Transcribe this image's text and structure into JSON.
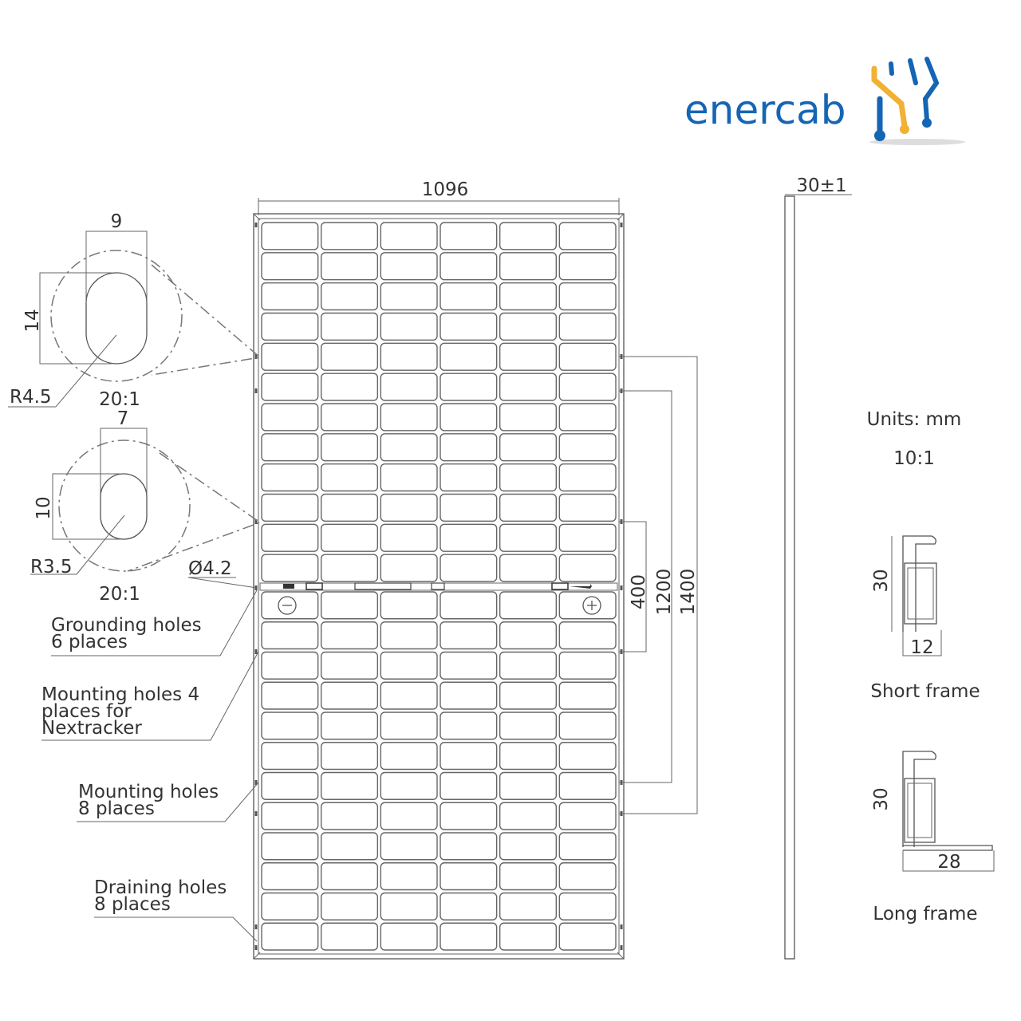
{
  "logo": {
    "text": "enercab",
    "colors": {
      "blue": "#1565b5",
      "yellow": "#f2b134"
    }
  },
  "dimensions": {
    "width": "1096",
    "thickness": "30±1",
    "d400": "400",
    "d1200": "1200",
    "d1400": "1400",
    "hole_diameter": "Ø4.2"
  },
  "detail_a": {
    "w": "9",
    "h": "14",
    "radius": "R4.5",
    "scale": "20:1"
  },
  "detail_b": {
    "w": "7",
    "h": "10",
    "radius": "R3.5",
    "scale": "20:1"
  },
  "callouts": {
    "grounding": [
      "Grounding holes",
      "6 places"
    ],
    "nextracker": [
      "Mounting holes 4",
      "places for",
      "Nextracker"
    ],
    "mounting": [
      "Mounting holes",
      "8 places"
    ],
    "draining": [
      "Draining holes",
      "8 places"
    ]
  },
  "units": {
    "label": "Units: mm",
    "scale": "10:1"
  },
  "short_frame": {
    "height": "30",
    "width": "12",
    "label": "Short frame"
  },
  "long_frame": {
    "height": "30",
    "width": "28",
    "label": "Long frame"
  },
  "panel": {
    "columns": 6,
    "rows_per_half": 12
  }
}
